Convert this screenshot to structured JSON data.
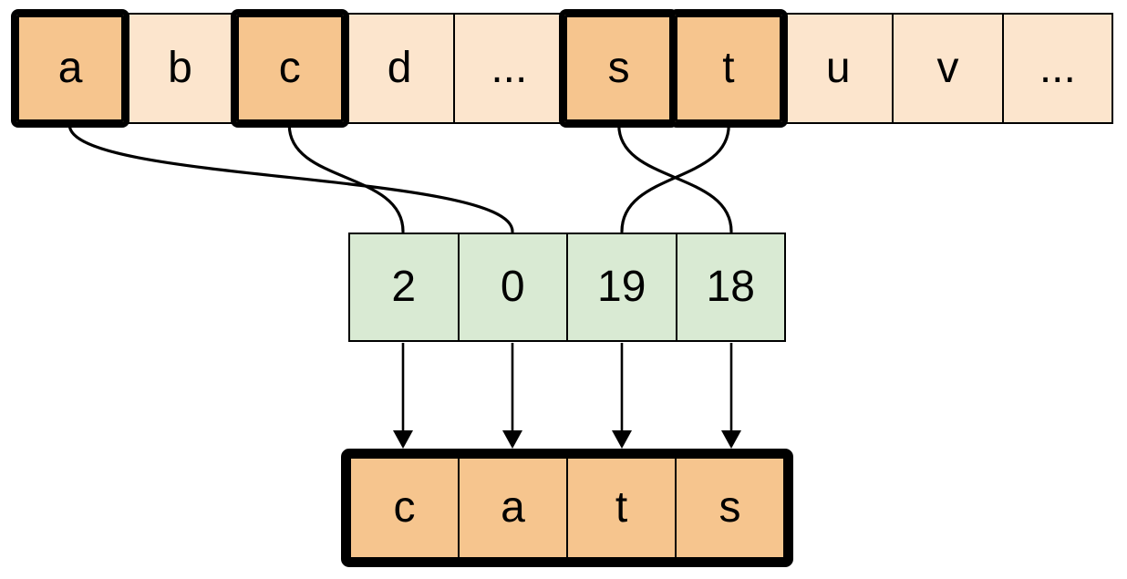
{
  "alphabet_row": {
    "cells": [
      {
        "label": "a",
        "highlighted": true
      },
      {
        "label": "b",
        "highlighted": false
      },
      {
        "label": "c",
        "highlighted": true
      },
      {
        "label": "d",
        "highlighted": false
      },
      {
        "label": "...",
        "highlighted": false
      },
      {
        "label": "s",
        "highlighted": true
      },
      {
        "label": "t",
        "highlighted": true
      },
      {
        "label": "u",
        "highlighted": false
      },
      {
        "label": "v",
        "highlighted": false
      },
      {
        "label": "...",
        "highlighted": false
      }
    ]
  },
  "index_row": {
    "cells": [
      {
        "label": "2"
      },
      {
        "label": "0"
      },
      {
        "label": "19"
      },
      {
        "label": "18"
      }
    ]
  },
  "output_row": {
    "cells": [
      {
        "label": "c"
      },
      {
        "label": "a"
      },
      {
        "label": "t"
      },
      {
        "label": "s"
      }
    ]
  },
  "connections": [
    {
      "from_letter": "a",
      "from_cell": 0,
      "to_index_cell": 1
    },
    {
      "from_letter": "c",
      "from_cell": 2,
      "to_index_cell": 0
    },
    {
      "from_letter": "s",
      "from_cell": 5,
      "to_index_cell": 3
    },
    {
      "from_letter": "t",
      "from_cell": 6,
      "to_index_cell": 2
    }
  ],
  "arrows": [
    {
      "from_index_cell": 0,
      "to_output_cell": 0
    },
    {
      "from_index_cell": 1,
      "to_output_cell": 1
    },
    {
      "from_index_cell": 2,
      "to_output_cell": 2
    },
    {
      "from_index_cell": 3,
      "to_output_cell": 3
    }
  ],
  "colors": {
    "highlight_fill": "#f6c58e",
    "light_fill": "#fce5cd",
    "index_fill": "#d9ead3",
    "output_fill": "#f6c58e",
    "stroke": "#000000",
    "background": "#ffffff"
  }
}
